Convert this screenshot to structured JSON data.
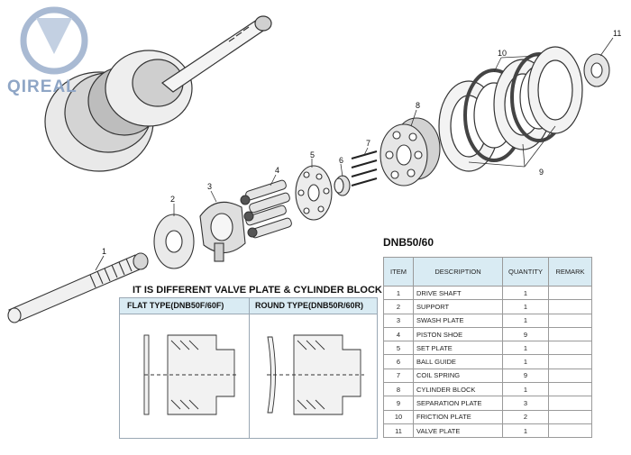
{
  "brand": {
    "logo_text": "QIREAL"
  },
  "callouts": [
    "1",
    "2",
    "3",
    "4",
    "5",
    "6",
    "7",
    "8",
    "9",
    "10",
    "11"
  ],
  "section": {
    "model_title": "DNB50/60",
    "valve_title": "IT IS DIFFERENT VALVE PLATE & CYLINDER BLOCK",
    "flat_label": "FLAT TYPE(DNB50F/60F)",
    "round_label": "ROUND TYPE(DNB50R/60R)"
  },
  "parts_table": {
    "headers": [
      "ITEM",
      "DESCRIPTION",
      "QUANTITY",
      "REMARK"
    ],
    "rows": [
      {
        "item": "1",
        "description": "DRIVE SHAFT",
        "quantity": "1",
        "remark": ""
      },
      {
        "item": "2",
        "description": "SUPPORT",
        "quantity": "1",
        "remark": ""
      },
      {
        "item": "3",
        "description": "SWASH PLATE",
        "quantity": "1",
        "remark": ""
      },
      {
        "item": "4",
        "description": "PISTON SHOE",
        "quantity": "9",
        "remark": ""
      },
      {
        "item": "5",
        "description": "SET PLATE",
        "quantity": "1",
        "remark": ""
      },
      {
        "item": "6",
        "description": "BALL GUIDE",
        "quantity": "1",
        "remark": ""
      },
      {
        "item": "7",
        "description": "COIL SPRING",
        "quantity": "9",
        "remark": ""
      },
      {
        "item": "8",
        "description": "CYLINDER BLOCK",
        "quantity": "1",
        "remark": ""
      },
      {
        "item": "9",
        "description": "SEPARATION PLATE",
        "quantity": "3",
        "remark": ""
      },
      {
        "item": "10",
        "description": "FRICTION PLATE",
        "quantity": "2",
        "remark": ""
      },
      {
        "item": "11",
        "description": "VALVE PLATE",
        "quantity": "1",
        "remark": ""
      }
    ]
  },
  "colors": {
    "header_fill": "#d9ebf3",
    "line": "#333333",
    "logo": "#8fa6c6"
  }
}
